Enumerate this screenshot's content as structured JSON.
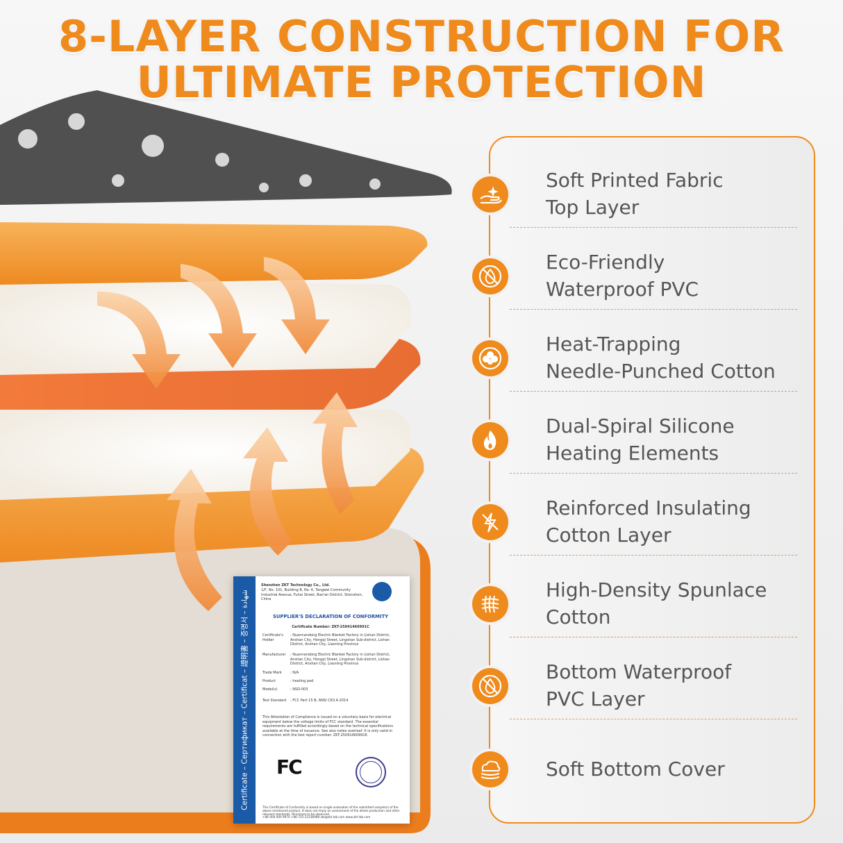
{
  "title": {
    "line1": "8-LAYER CONSTRUCTION FOR",
    "line2": "ULTIMATE PROTECTION"
  },
  "colors": {
    "accent": "#ef8a1c",
    "text": "#555555",
    "cert_blue": "#1a5aa6"
  },
  "features": [
    {
      "icon": "hand-sparkle-icon",
      "line1": "Soft Printed Fabric",
      "line2": "Top Layer"
    },
    {
      "icon": "waterproof-drop-icon",
      "line1": "Eco-Friendly",
      "line2": "Waterproof PVC"
    },
    {
      "icon": "cotton-flower-icon",
      "line1": "Heat-Trapping",
      "line2": "Needle-Punched Cotton"
    },
    {
      "icon": "flame-icon",
      "line1": "Dual-Spiral Silicone",
      "line2": "Heating Elements"
    },
    {
      "icon": "no-electricity-icon",
      "line1": "Reinforced Insulating",
      "line2": "Cotton Layer"
    },
    {
      "icon": "mesh-grid-icon",
      "line1": "High-Density Spunlace",
      "line2": "Cotton"
    },
    {
      "icon": "waterproof-drop-icon",
      "line1": "Bottom Waterproof",
      "line2": "PVC Layer"
    },
    {
      "icon": "cloud-layers-icon",
      "line1": "Soft Bottom Cover",
      "line2": ""
    }
  ],
  "certificate": {
    "side_text": "Certificate – Сертификат – Certificat – 證明書 – 증명서 – شهادة",
    "company": "Shenzhen ZKT Technology Co., Ltd.",
    "address": "1/F, No. 101, Building B, No. 6, Tangwei Community Industrial Avenue, Fuhai Street, Bao'an District, Shenzhen, China",
    "heading": "SUPPLIER'S DECLARATION OF CONFORMITY",
    "cert_number": "Certificate Number: ZKT-25041460991C",
    "rows": [
      {
        "k": "Certificate's Holder",
        "v": ": Nuannandong Electric Blanket Factory in Lishan District, Anshan City, Hongqi Street, Lingshan Sub-district, Lishan District, Anshan City, Liaoning Province"
      },
      {
        "k": "Manufacturer",
        "v": ": Nuannandong Electric Blanket Factory in Lishan District, Anshan City, Hongqi Street, Lingshan Sub-district, Lishan District, Anshan City, Liaoning Province"
      },
      {
        "k": "Trade Mark",
        "v": ": N/A"
      },
      {
        "k": "Product",
        "v": ": heating pad"
      },
      {
        "k": "Model(s)",
        "v": ": NSD-003"
      },
      {
        "k": "Test Standard",
        "v": ": FCC Part 15 B, ANSI C63.4-2014"
      }
    ],
    "statement": "This Attestation of Compliance is issued on a voluntary basis for electrical equipment below the voltage limits of FCC standard. The essential requirements are fulfilled accordingly based on the technical specifications available at the time of issuance. See also notes overleaf. It is only valid in connection with the test report number: ZKT-25041460991E.",
    "fc_mark": "FC",
    "footer": "This Certificate of Conformity is based on single evaluation of the submitted sample(s) of the above mentioned product. It does not imply an assessment of the whole production and other relevant standards. Directives to be observed.",
    "contacts": "+86-400 000 9970   +86-755-22336988   zkt@zkt-lab.com   www.zkt-lab.com"
  }
}
